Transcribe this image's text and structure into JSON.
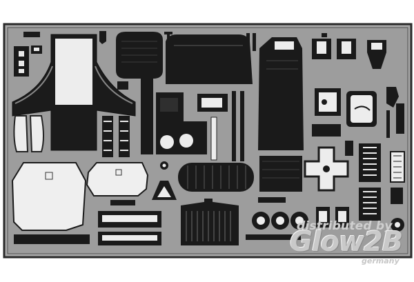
{
  "watermark": {
    "line1": "distributed by",
    "line2": "Glow2B",
    "line3": "germany"
  },
  "colors": {
    "sheet_background": "#9a9a9a",
    "part_fill": "#1c1c1c",
    "part_light": "#ebebeb",
    "frame_outline": "#303030"
  }
}
